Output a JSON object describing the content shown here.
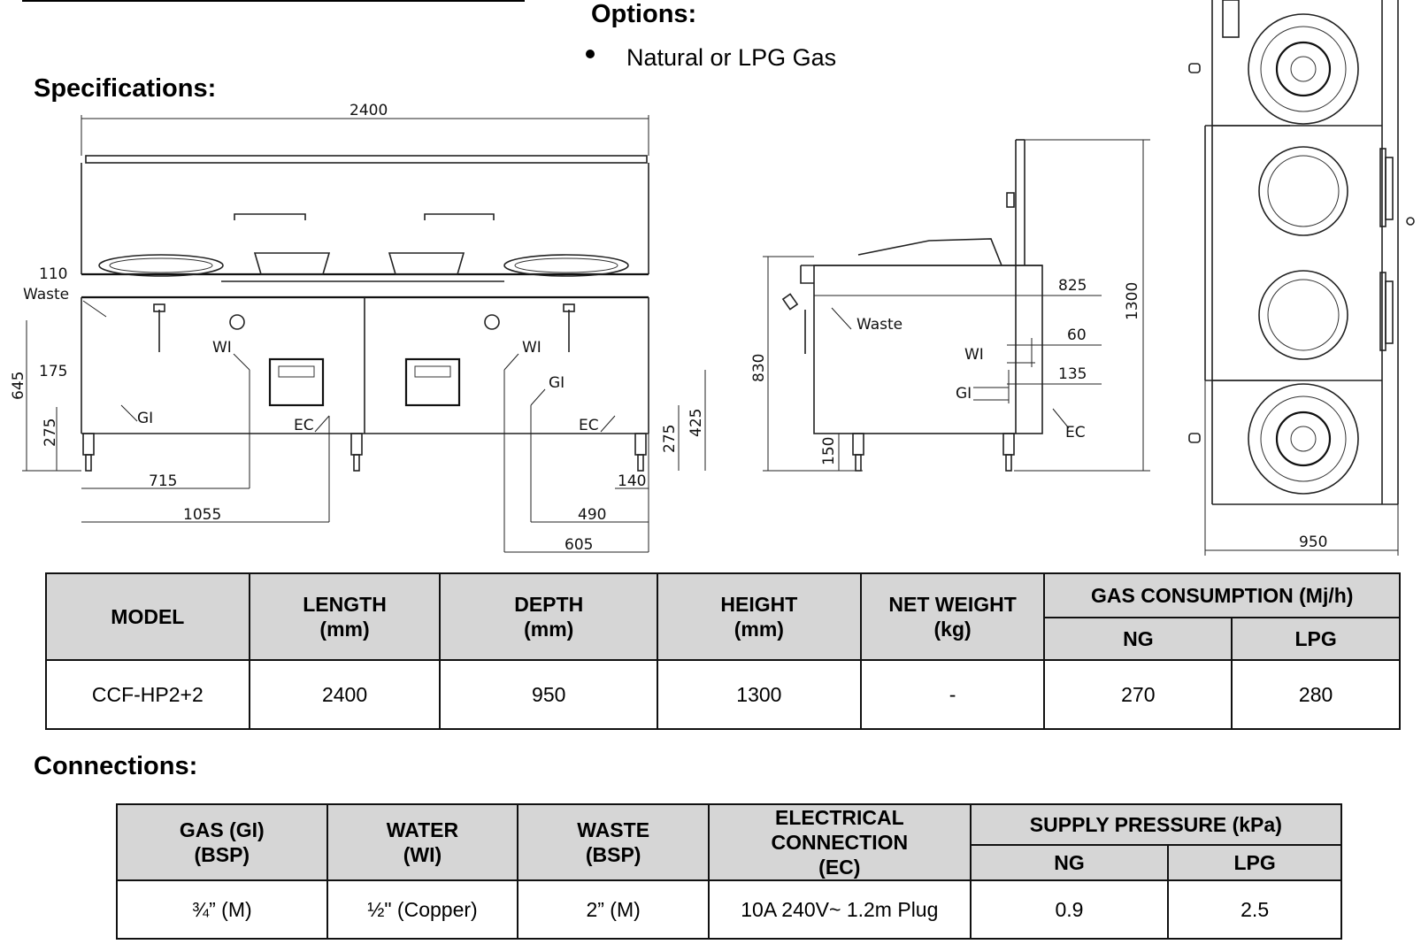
{
  "options": {
    "heading": "Options:",
    "items": [
      "Natural or LPG Gas"
    ]
  },
  "specifications": {
    "heading": "Specifications:"
  },
  "drawing": {
    "front_view": {
      "dims": [
        "2400",
        "110",
        "175",
        "275",
        "645",
        "715",
        "1055",
        "140",
        "490",
        "605",
        "275",
        "425"
      ],
      "labels": [
        "Waste",
        "WI",
        "WI",
        "GI",
        "GI",
        "EC",
        "EC"
      ]
    },
    "side_view": {
      "dims": [
        "825",
        "60",
        "135",
        "1300",
        "830",
        "150"
      ],
      "labels": [
        "Waste",
        "WI",
        "GI",
        "EC"
      ]
    },
    "plan_view": {
      "dims": [
        "950"
      ]
    }
  },
  "spec_table": {
    "headers": {
      "model": "MODEL",
      "length": [
        "LENGTH",
        "(mm)"
      ],
      "depth": [
        "DEPTH",
        "(mm)"
      ],
      "height": [
        "HEIGHT",
        "(mm)"
      ],
      "net_weight": [
        "NET WEIGHT",
        "(kg)"
      ],
      "gas_consumption": "GAS CONSUMPTION (Mj/h)",
      "ng": "NG",
      "lpg": "LPG"
    },
    "rows": [
      {
        "model": "CCF-HP2+2",
        "length": "2400",
        "depth": "950",
        "height": "1300",
        "net_weight": "-",
        "ng": "270",
        "lpg": "280"
      }
    ]
  },
  "connections": {
    "heading": "Connections:",
    "headers": {
      "gas": [
        "GAS (GI)",
        "(BSP)"
      ],
      "water": [
        "WATER",
        "(WI)"
      ],
      "waste": [
        "WASTE",
        "(BSP)"
      ],
      "electrical": [
        "ELECTRICAL",
        "CONNECTION",
        "(EC)"
      ],
      "supply_pressure": "SUPPLY PRESSURE (kPa)",
      "ng": "NG",
      "lpg": "LPG"
    },
    "rows": [
      {
        "gas": "¾” (M)",
        "water": "½\" (Copper)",
        "waste": "2” (M)",
        "electrical": "10A 240V~ 1.2m Plug",
        "ng": "0.9",
        "lpg": "2.5"
      }
    ]
  }
}
